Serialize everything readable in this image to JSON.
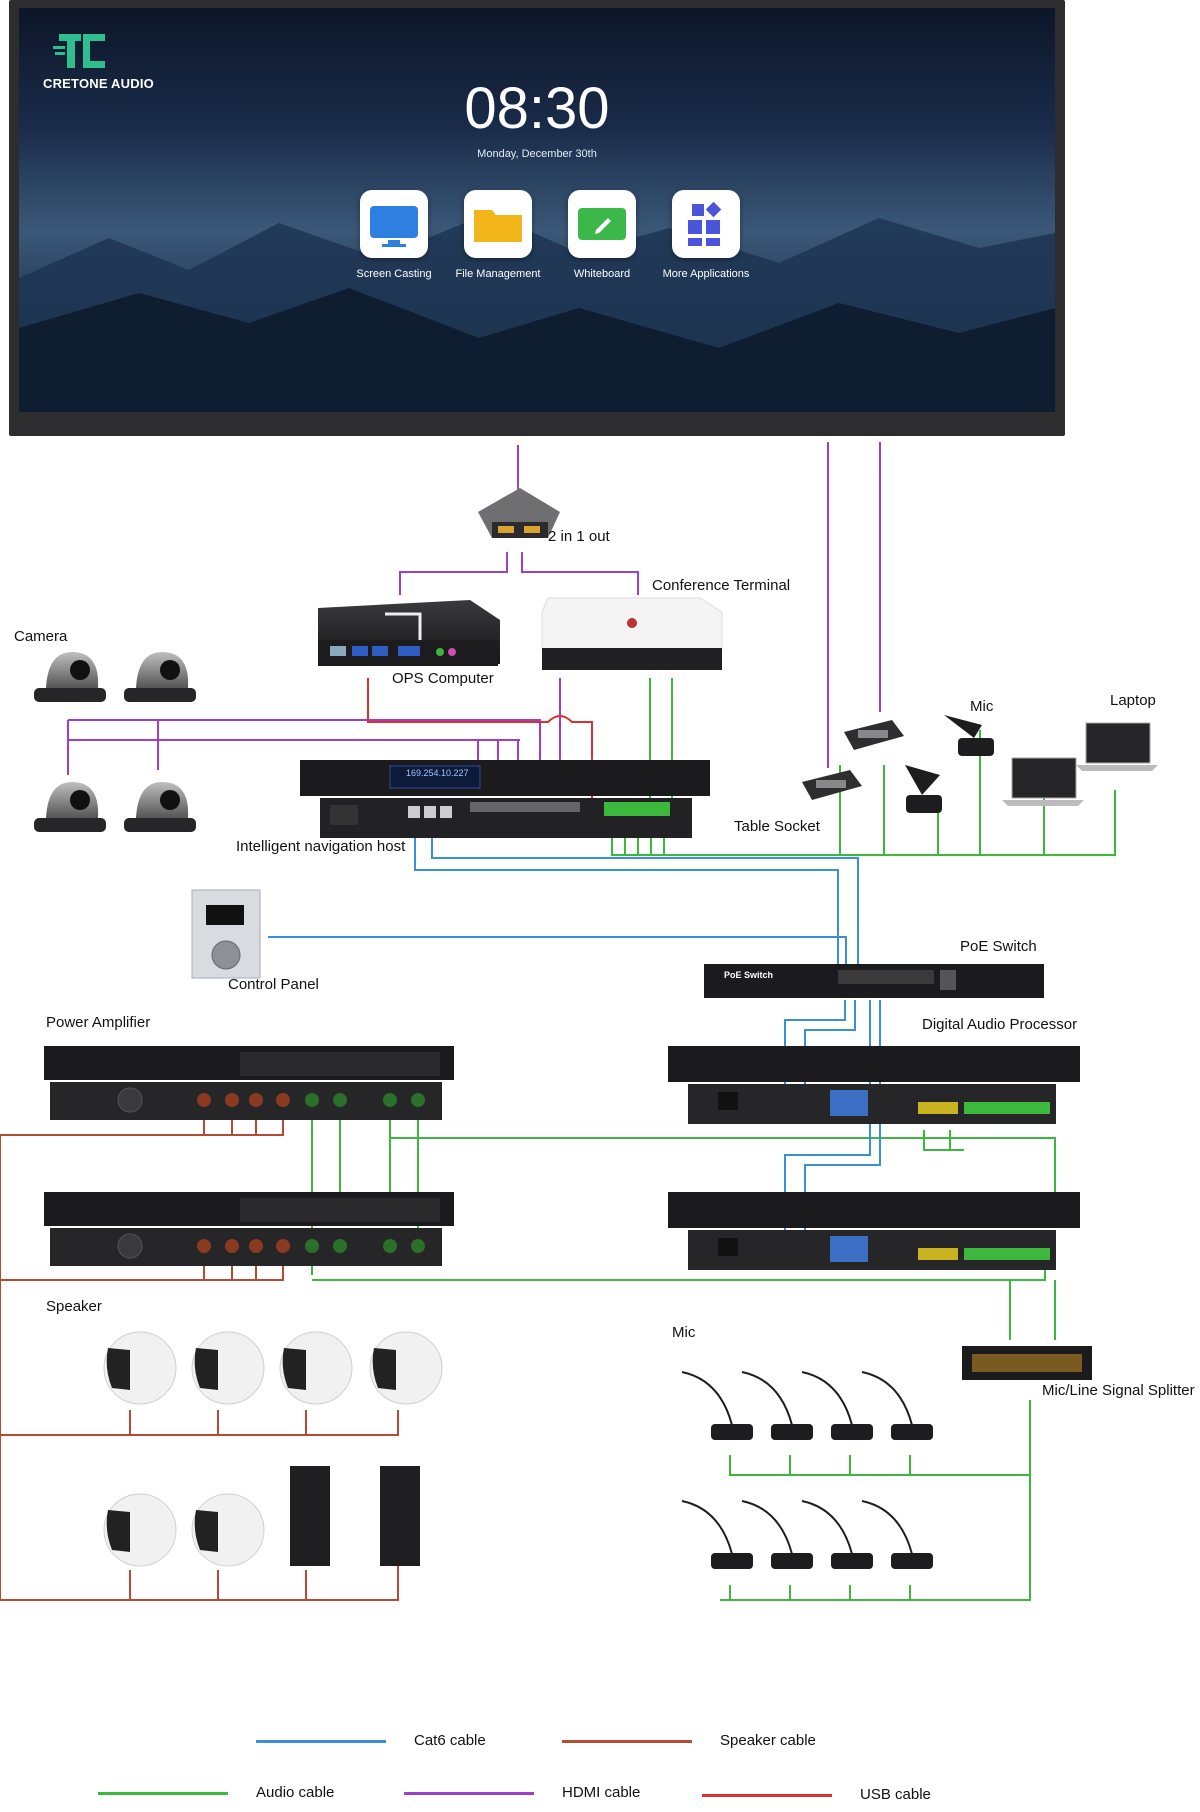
{
  "screen": {
    "brand": "CRETONE AUDIO",
    "time": "08:30",
    "date": "Monday, December 30th",
    "apps": [
      {
        "label": "Screen Casting",
        "icon": "monitor-icon"
      },
      {
        "label": "File Management",
        "icon": "folder-icon"
      },
      {
        "label": "Whiteboard",
        "icon": "whiteboard-icon"
      },
      {
        "label": "More Applications",
        "icon": "apps-grid-icon"
      }
    ]
  },
  "devices": {
    "splitter_2in1": "2 in 1 out",
    "conference_terminal": "Conference Terminal",
    "camera": "Camera",
    "ops_computer": "OPS Computer",
    "mic_top": "Mic",
    "laptop": "Laptop",
    "table_socket": "Table Socket",
    "nav_host": "Intelligent navigation host",
    "nav_host_display": "169.254.10.227",
    "control_panel": "Control Panel",
    "poe_switch": "PoE Switch",
    "poe_switch_brand": "PoE Switch",
    "power_amplifier": "Power Amplifier",
    "digital_audio_processor": "Digital Audio Processor",
    "speaker": "Speaker",
    "mic_bottom": "Mic",
    "signal_splitter": "Mic/Line Signal Splitter"
  },
  "legend": [
    {
      "label": "Cat6 cable",
      "color": "#3a8fd6"
    },
    {
      "label": "Speaker cable",
      "color": "#b54a35"
    },
    {
      "label": "Audio cable",
      "color": "#3cb83c"
    },
    {
      "label": "HDMI cable",
      "color": "#9b3fd0"
    },
    {
      "label": "USB cable",
      "color": "#d93030"
    }
  ],
  "colors": {
    "cat6": "#3a8fd6",
    "speaker": "#b54a35",
    "audio": "#3cb83c",
    "hdmi": "#9b3fd0",
    "usb": "#d93030",
    "brand": "#2fbf8f"
  }
}
